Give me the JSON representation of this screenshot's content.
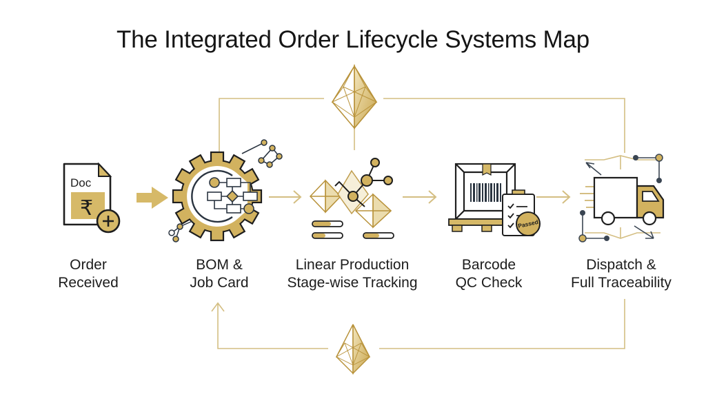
{
  "title": "The Integrated Order Lifecycle Systems Map",
  "colors": {
    "gold": "#C9A64E",
    "gold_light": "#E3CF93",
    "line_gold": "#D4BE82",
    "ink": "#1E1E1E",
    "slate": "#3A4552"
  },
  "stages": [
    {
      "id": "order",
      "line1": "Order",
      "line2": "Received",
      "icon": "document-rupee-add-icon",
      "icon_text": "Doc",
      "currency_symbol": "₹"
    },
    {
      "id": "bom",
      "line1": "BOM &",
      "line2": "Job Card",
      "icon": "gear-flowchart-icon"
    },
    {
      "id": "production",
      "line1": "Linear Production",
      "line2": "Stage-wise Tracking",
      "icon": "production-crystals-network-icon"
    },
    {
      "id": "qc",
      "line1": "Barcode",
      "line2": "QC Check",
      "icon": "barcode-box-clipboard-icon",
      "badge": "Passed"
    },
    {
      "id": "dispatch",
      "line1": "Dispatch &",
      "line2": "Full Traceability",
      "icon": "delivery-truck-icon"
    }
  ],
  "connectors": [
    {
      "from": "order",
      "to": "bom",
      "style": "solid-arrow"
    },
    {
      "from": "bom",
      "to": "production",
      "style": "line-arrow"
    },
    {
      "from": "production",
      "to": "qc",
      "style": "line-arrow"
    },
    {
      "from": "qc",
      "to": "dispatch",
      "style": "line-arrow"
    }
  ],
  "feedback_loops": [
    {
      "position": "top",
      "from": "bom",
      "to": "dispatch",
      "hub_icon": "crystal-pyramid-icon"
    },
    {
      "position": "bottom",
      "from": "dispatch",
      "to": "bom",
      "hub_icon": "crystal-pyramid-icon"
    }
  ]
}
